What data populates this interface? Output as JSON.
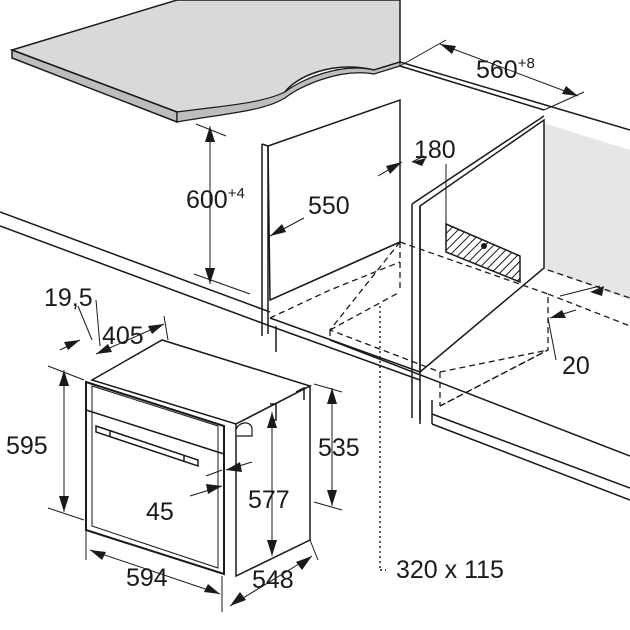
{
  "dimensions": {
    "niche_width": "560",
    "niche_width_tolerance": "+8",
    "niche_height": "600",
    "niche_height_tolerance": "+4",
    "niche_depth": "550",
    "vent_depth": "180",
    "front_gap": "20",
    "panel_thickness": "19,5",
    "body_depth": "405",
    "front_height": "595",
    "oven_height": "535",
    "body_height": "577",
    "door_offset": "45",
    "front_width": "594",
    "body_width": "548",
    "vent_opening": "320 x 115"
  },
  "colors": {
    "line": "#1a1a1a",
    "counter_fill": "#d9d9d9",
    "wall_fill": "#e6e6e6",
    "background": "#ffffff"
  }
}
